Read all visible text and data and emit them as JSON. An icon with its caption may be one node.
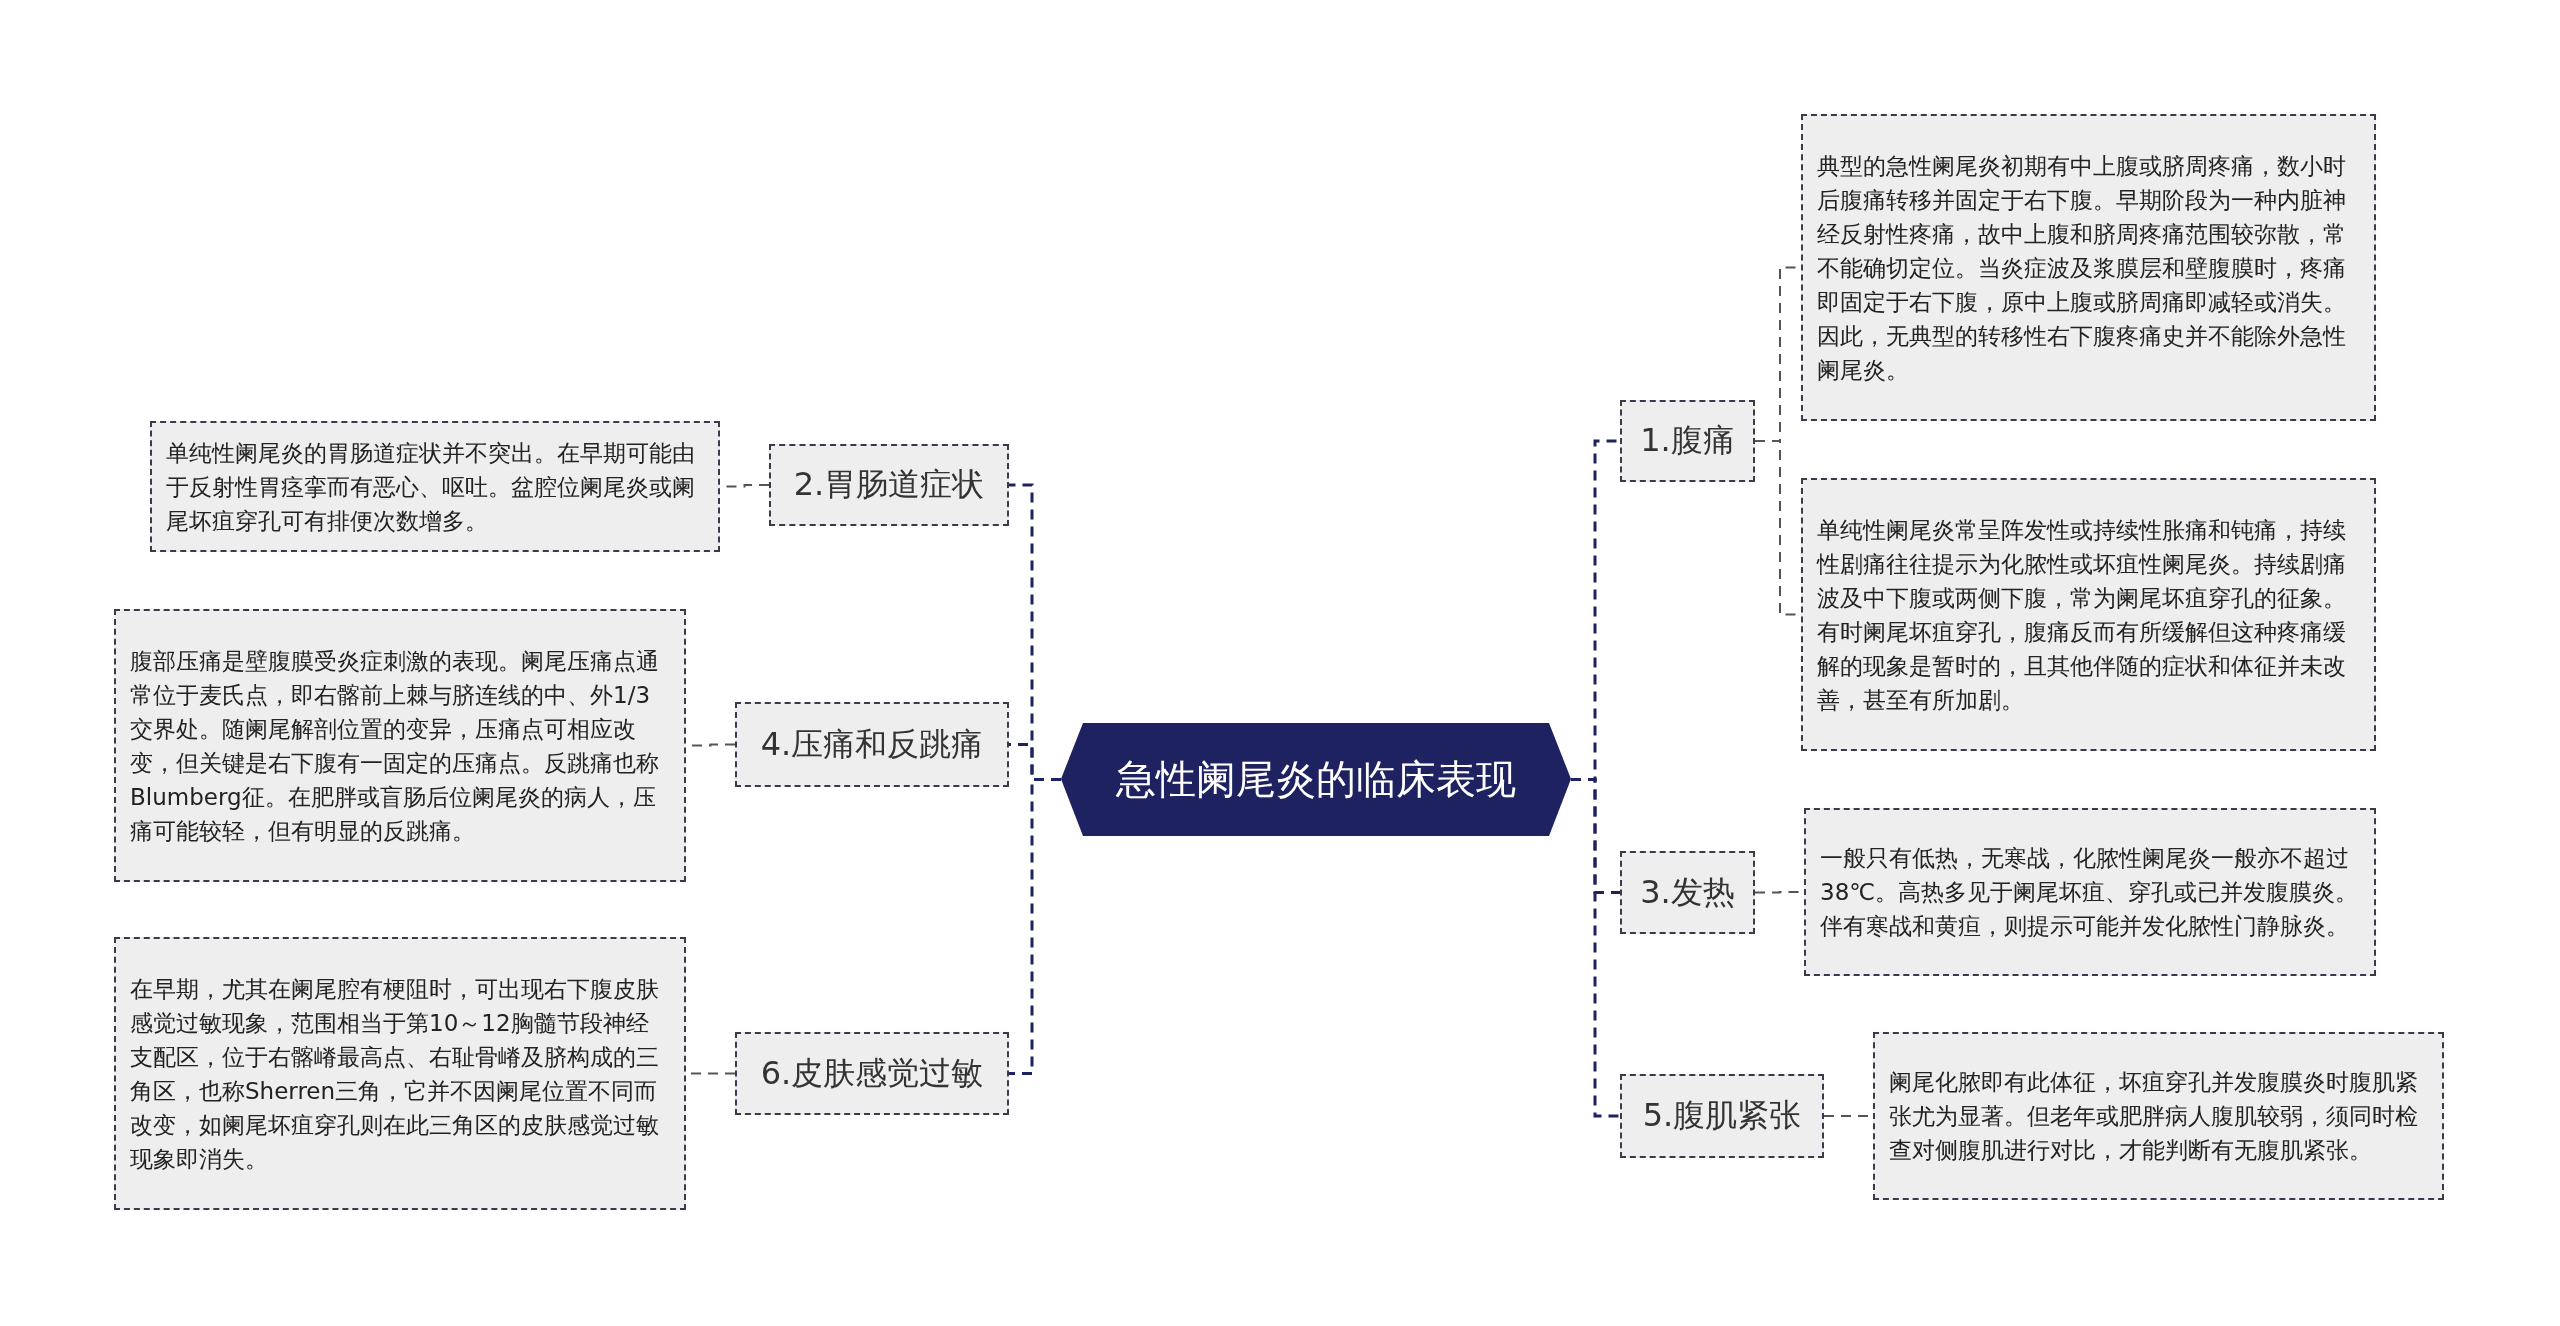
{
  "diagram": {
    "nodes": [
      {
        "text": [
          "急性阑尾炎的临床表现"
        ]
      },
      {
        "text": [
          "1.腹痛"
        ]
      },
      {
        "text": [
          "典型的急性阑尾炎初期有中上腹或脐周疼痛，数小时后腹痛转移并固定于右下腹。早期阶段为一种内脏神经反射性疼痛，故中上腹和脐周疼痛范围较弥散，常不能确切定位。当炎症波及浆膜层和壁腹膜时，疼痛即固定于右下腹，原中上腹或脐周痛即减轻或消失。因此，无典型的转移性右下腹疼痛史并不能除外急性阑尾炎。"
        ]
      },
      {
        "text": [
          "单纯性阑尾炎常呈阵发性或持续性胀痛和钝痛，持续性剧痛往往提示为化脓性或坏疽性阑尾炎。持续剧痛波及中下腹或两侧下腹，常为阑尾坏疽穿孔的征象。有时阑尾坏疽穿孔，腹痛反而有所缓解但这种疼痛缓解的现象是暂时的，且其他伴随的症状和体征并未改善，甚至有所加剧。"
        ]
      },
      {
        "text": [
          "2.胃肠道症状"
        ]
      },
      {
        "text": [
          "单纯性阑尾炎的胃肠道症状并不突出。在早期可能由于反射性胃痉挛而有恶心、呕吐。盆腔位阑尾炎或阑尾坏疽穿孔可有排便次数增多。"
        ]
      },
      {
        "text": [
          "3.发热"
        ]
      },
      {
        "text": [
          "一般只有低热，无寒战，化脓性阑尾炎一般亦不超过38℃。高热多见于阑尾坏疽、穿孔或已并发腹膜炎。伴有寒战和黄疸，则提示可能并发化脓性门静脉炎。"
        ]
      },
      {
        "text": [
          "4.压痛和反跳痛"
        ]
      },
      {
        "text": [
          "腹部压痛是壁腹膜受炎症刺激的表现。阑尾压痛点通常位于麦氏点，即右髂前上棘与脐连线的中、外1/3交界处。随阑尾解剖位置的变异，压痛点可相应改变，但关键是右下腹有一固定的压痛点。反跳痛也称Blumberg征。在肥胖或盲肠后位阑尾炎的病人，压痛可能较轻，但有明显的反跳痛。"
        ]
      },
      {
        "text": [
          "5.腹肌紧张"
        ]
      },
      {
        "text": [
          "阑尾化脓即有此体征，坏疽穿孔并发腹膜炎时腹肌紧张尤为显著。但老年或肥胖病人腹肌较弱，须同时检查对侧腹肌进行对比，才能判断有无腹肌紧张。"
        ]
      },
      {
        "text": [
          "6.皮肤感觉过敏"
        ]
      },
      {
        "text": [
          "在早期，尤其在阑尾腔有梗阻时，可出现右下腹皮肤感觉过敏现象，范围相当于第10～12胸髓节段神经支配区，位于右髂嵴最高点、右耻骨嵴及脐构成的三角区，也称Sherren三角，它并不因阑尾位置不同而改变，如阑尾坏疽穿孔则在此三角区的皮肤感觉过敏现象即消失。"
        ]
      }
    ],
    "edges": [
      {
        "from": 0,
        "to": 1,
        "arrow": "none",
        "style": "dashed",
        "color": "#1f2260"
      },
      {
        "from": 0,
        "to": 4,
        "arrow": "none",
        "style": "dashed",
        "color": "#1f2260"
      },
      {
        "from": 0,
        "to": 6,
        "arrow": "none",
        "style": "dashed",
        "color": "#1f2260"
      },
      {
        "from": 0,
        "to": 8,
        "arrow": "none",
        "style": "dashed",
        "color": "#1f2260"
      },
      {
        "from": 0,
        "to": 10,
        "arrow": "none",
        "style": "dashed",
        "color": "#1f2260"
      },
      {
        "from": 0,
        "to": 12,
        "arrow": "none",
        "style": "dashed",
        "color": "#1f2260"
      },
      {
        "from": 1,
        "to": 2,
        "arrow": "none",
        "style": "dashed"
      },
      {
        "from": 1,
        "to": 3,
        "arrow": "none",
        "style": "dashed"
      },
      {
        "from": 4,
        "to": 5,
        "arrow": "none",
        "style": "dashed"
      },
      {
        "from": 6,
        "to": 7,
        "arrow": "none",
        "style": "dashed"
      },
      {
        "from": 8,
        "to": 9,
        "arrow": "none",
        "style": "dashed"
      },
      {
        "from": 10,
        "to": 11,
        "arrow": "none",
        "style": "dashed"
      },
      {
        "from": 12,
        "to": 13,
        "arrow": "none",
        "style": "dashed"
      }
    ]
  }
}
